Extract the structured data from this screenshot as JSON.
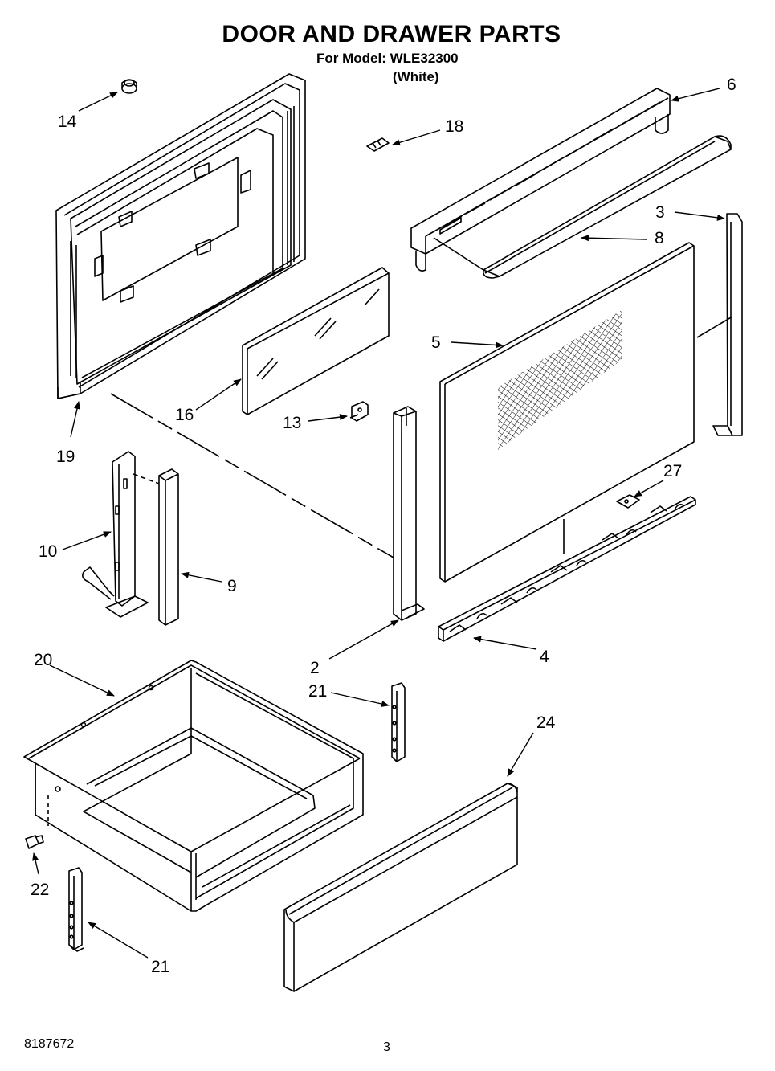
{
  "header": {
    "title": "DOOR AND DRAWER PARTS",
    "model_line": "For Model: WLE32300",
    "color_line": "(White)"
  },
  "callouts": [
    "14",
    "18",
    "6",
    "3",
    "8",
    "5",
    "16",
    "13",
    "19",
    "27",
    "10",
    "9",
    "2",
    "4",
    "20",
    "21",
    "24",
    "22",
    "21"
  ],
  "footer": {
    "doc_number": "8187672",
    "page_number": "3"
  },
  "colors": {
    "ink": "#000000",
    "paper": "#ffffff"
  }
}
